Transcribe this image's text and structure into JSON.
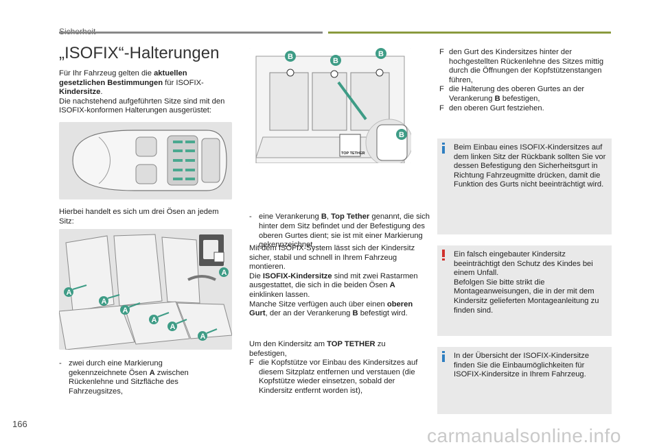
{
  "section_title": "Sicherheit",
  "heading": "„ISOFIX“-Halterungen",
  "intro": {
    "p1": "Für Ihr Fahrzeug gelten die ",
    "p1_bold": "aktuellen gesetzlichen Bestimmungen",
    "p1_rest": " für ISOFIX-",
    "p1_bold2": "Kindersitze",
    "p1_end": ".",
    "p2": "Die nachstehend aufgeführten Sitze sind mit den ISOFIX-konformen Halterungen ausgerüstet:"
  },
  "eyelets_text": "Hierbei handelt es sich um drei Ösen an jedem Sitz:",
  "list_a": {
    "dash": "-",
    "text": "zwei durch eine Markierung gekennzeichnete Ösen ",
    "bold": "A",
    "rest": " zwischen Rückenlehne und Sitzfläche des Fahrzeugsitzes,"
  },
  "list_b": {
    "dash": "-",
    "t1": "eine Verankerung ",
    "b1": "B",
    "t2": ", ",
    "b2": "Top Tether",
    "t3": " genannt, die sich hinter dem Sitz befindet und der Befestigung des oberen Gurtes dient; sie ist mit einer Markierung gekennzeichnet. ."
  },
  "system_text": {
    "t1": "Mit dem ISOFIX-System lässt sich der Kindersitz sicher, stabil und schnell in Ihrem Fahrzeug montieren.",
    "t2": "Die ",
    "b1": "ISOFIX-Kindersitze",
    "t3": " sind mit zwei Rastarmen ausgestattet, die sich in die beiden Ösen ",
    "b2": "A",
    "t4": " einklinken lassen.",
    "t5": "Manche Sitze verfügen auch über einen ",
    "b3": "oberen Gurt",
    "t6": ", der an der Verankerung ",
    "b4": "B",
    "t7": " befestigt wird."
  },
  "top_tether": {
    "t1": "Um den Kindersitz am ",
    "b1": "TOP TETHER",
    "t2": " zu befestigen,",
    "bullet": "F",
    "step1": "die Kopfstütze vor Einbau des Kindersitzes auf diesem Sitzplatz entfernen und verstauen (die Kopfstütze wieder einsetzen, sobald der Kindersitz entfernt worden ist),"
  },
  "steps_right": [
    {
      "bullet": "F",
      "text": "den Gurt des Kindersitzes hinter der hochgestellten Rückenlehne des Sitzes mittig durch die Öffnungen der Kopfstützenstangen führen,"
    },
    {
      "bullet": "F",
      "text_a": "die Halterung des oberen Gurtes an der Verankerung ",
      "bold": "B",
      "text_b": " befestigen,"
    },
    {
      "bullet": "F",
      "text": "den oberen Gurt festziehen."
    }
  ],
  "info1": "Beim Einbau eines ISOFIX-Kindersitzes auf dem linken Sitz der Rückbank sollten Sie vor dessen Befestigung den Sicherheitsgurt in Richtung Fahrzeugmitte drücken, damit die Funktion des Gurts nicht beeinträchtigt wird.",
  "warning": "Ein falsch eingebauter Kindersitz beeinträchtigt den Schutz des Kindes bei einem Unfall.\nBefolgen Sie bitte strikt die Montageanweisungen, die in der mit dem Kindersitz gelieferten Montageanleitung zu finden sind.",
  "info2": "In der Übersicht der ISOFIX-Kindersitze finden Sie die Einbaumöglichkeiten für ISOFIX-Kindersitze in Ihrem Fahrzeug.",
  "figure_labels": {
    "a": "A",
    "b": "B",
    "top_tether_label": "TOP TETHER"
  },
  "page_number": "166",
  "watermark": "carmanualsonline.info",
  "colors": {
    "accent_green": "#8a9a3e",
    "badge_teal": "#3e9c86",
    "info_blue": "#2f7fc1",
    "warning_red": "#d0312d"
  }
}
